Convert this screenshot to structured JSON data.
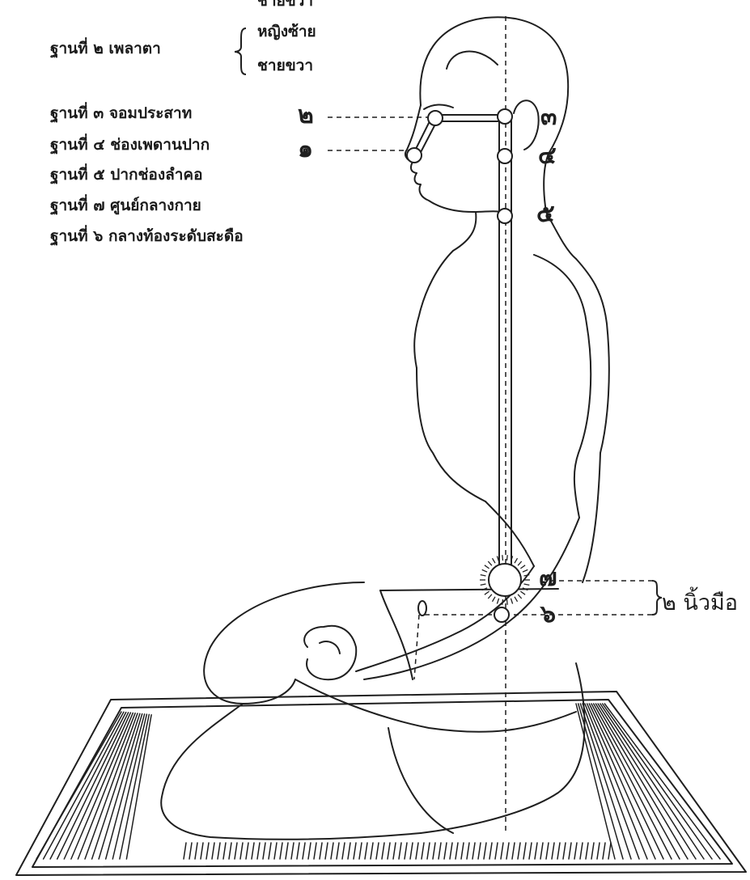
{
  "top_cut_label": "ชายขวา",
  "legend": {
    "base2": "ฐานที่ ๒ เพลาตา",
    "base2_options": [
      "หญิงซ้าย",
      "ชายขวา"
    ],
    "items": [
      "ฐานที่ ๓ จอมประสาท",
      "ฐานที่ ๔ ช่องเพดานปาก",
      "ฐานที่ ๕ ปากช่องลำคอ",
      "ฐานที่ ๗ ศูนย์กลางกาย",
      "ฐานที่ ๖ กลางท้องระดับสะดือ"
    ]
  },
  "point_numbers": {
    "p1": "๑",
    "p2": "๒",
    "p3": "๓",
    "p4": "๔",
    "p5": "๕",
    "p6": "๖",
    "p7": "๗"
  },
  "measurement_label": "๒ นิ้วมือ",
  "colors": {
    "ink": "#1f1f1f",
    "background": "#ffffff"
  }
}
